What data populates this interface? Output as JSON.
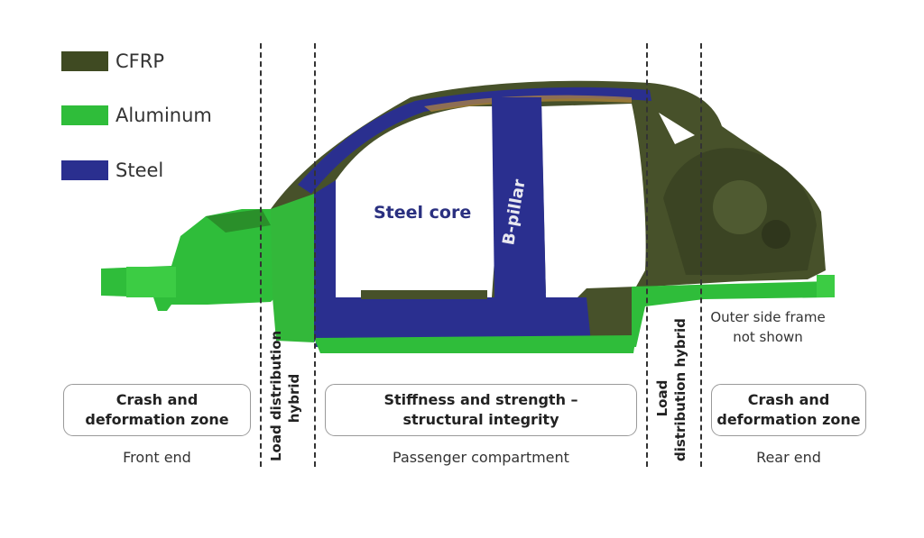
{
  "legend": [
    {
      "label": "CFRP",
      "color": "#3f4a22"
    },
    {
      "label": "Aluminum",
      "color": "#2fbd3a"
    },
    {
      "label": "Steel",
      "color": "#2a2f8f"
    }
  ],
  "annotations": {
    "steel_core": "Steel core",
    "b_pillar": "B-pillar",
    "outer_side_frame_line1": "Outer side frame",
    "outer_side_frame_line2": "not shown"
  },
  "zones": {
    "front": {
      "title_line1": "Crash and",
      "title_line2": "deformation zone",
      "caption": "Front end"
    },
    "front_hybrid": {
      "line1": "Load distribution",
      "line2": "hybrid"
    },
    "middle": {
      "title_line1": "Stiffness and strength –",
      "title_line2": "structural integrity",
      "caption": "Passenger compartment"
    },
    "rear_hybrid": {
      "line1": "Load",
      "line2": "distribution hybrid"
    },
    "rear": {
      "title_line1": "Crash and",
      "title_line2": "deformation zone",
      "caption": "Rear end"
    }
  }
}
